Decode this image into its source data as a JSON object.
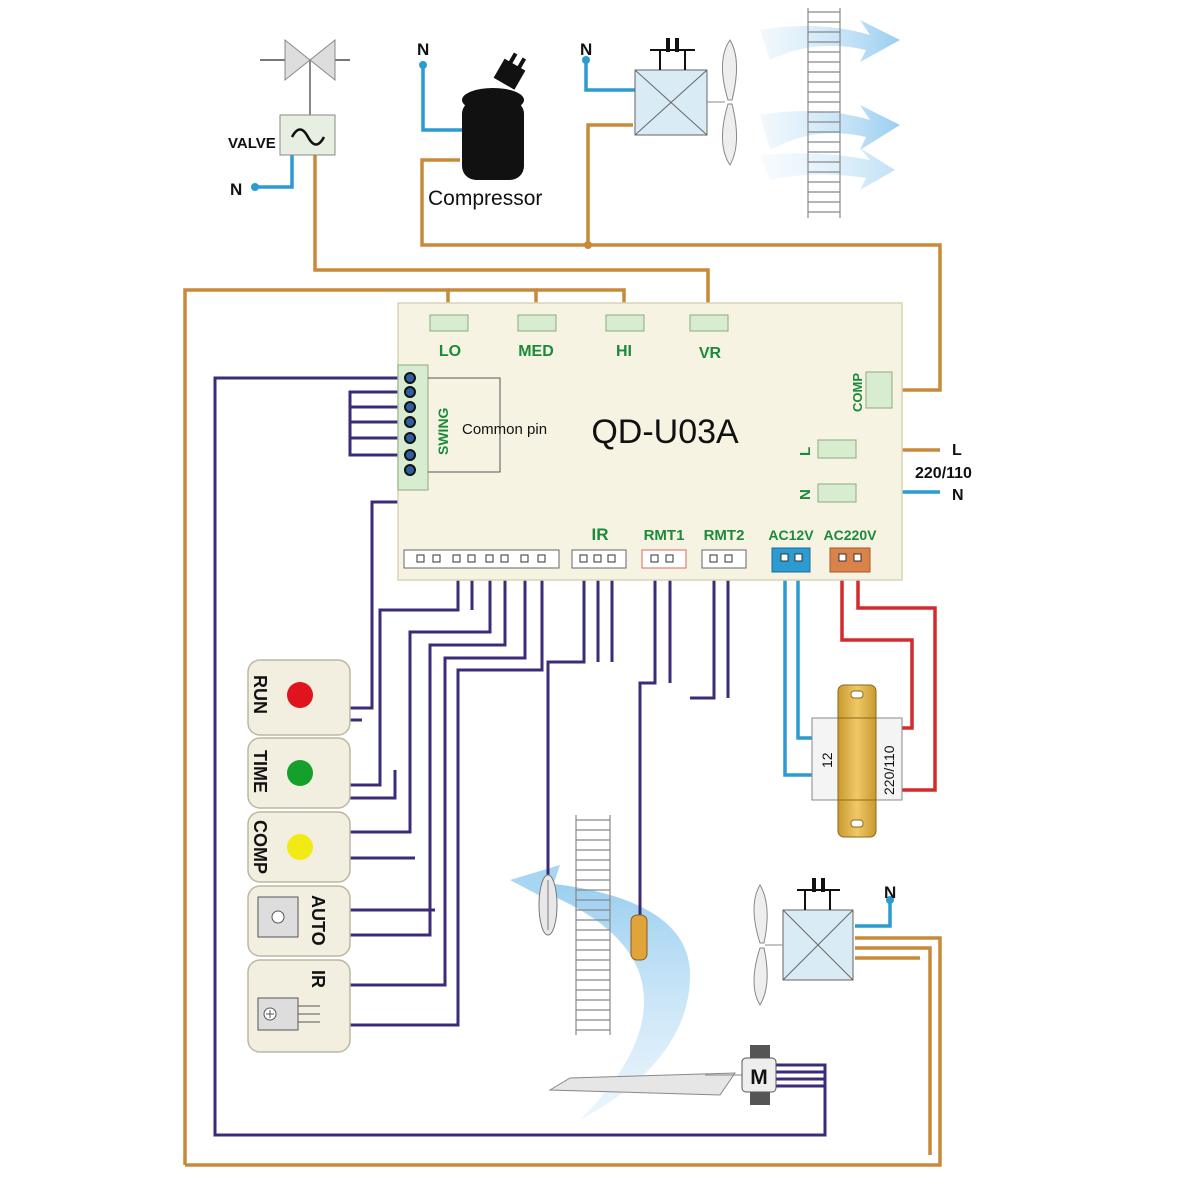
{
  "board": {
    "model": "QD-U03A",
    "connectors": {
      "lo": "LO",
      "med": "MED",
      "hi": "HI",
      "vr": "VR",
      "comp": "COMP",
      "swing": "SWING",
      "ir": "IR",
      "rmt1": "RMT1",
      "rmt2": "RMT2",
      "ac12v": "AC12V",
      "ac220v": "AC220V",
      "l": "L",
      "n": "N"
    },
    "common_pin": "Common pin"
  },
  "external": {
    "valve": "VALVE",
    "compressor": "Compressor",
    "neutral": "N",
    "line": "L",
    "mains_voltage": "220/110",
    "motor": "M"
  },
  "transformer": {
    "secondary": "12",
    "primary": "220/110"
  },
  "display_panel": {
    "run": "RUN",
    "time": "TIME",
    "comp": "COMP",
    "auto": "AUTO",
    "ir": "IR"
  },
  "colors": {
    "orange_wire": "#c8893a",
    "purple_wire": "#3d2b7a",
    "blue_wire": "#2b9bd1",
    "red_wire": "#d42a2a",
    "board_fill": "#f6f3e2",
    "connector_green": "#1b8a3a",
    "run_led": "#e0141e",
    "time_led": "#15a02c",
    "comp_led": "#f2ea14"
  }
}
